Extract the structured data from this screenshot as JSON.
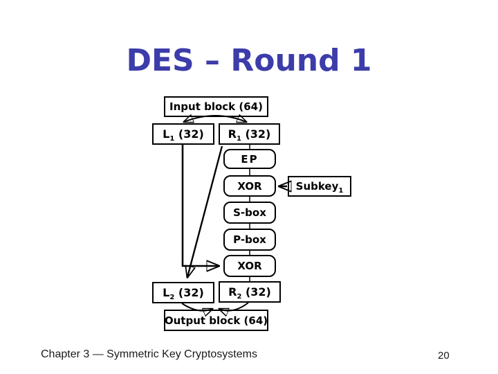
{
  "colors": {
    "title": "#3c3caa",
    "line": "#000000",
    "box_border": "#000000",
    "background": "#ffffff"
  },
  "slide": {
    "title": "DES – Round 1"
  },
  "diagram": {
    "input": {
      "label": "Input block (64)"
    },
    "l1": {
      "pre": "L",
      "sub": "1",
      "post": " (32)"
    },
    "r1": {
      "pre": "R",
      "sub": "1",
      "post": " (32)"
    },
    "ep": {
      "label": "EP"
    },
    "xor1": {
      "label": "XOR"
    },
    "subkey": {
      "pre": "Subkey",
      "sub": "1"
    },
    "sbox": {
      "label": "S-box"
    },
    "pbox": {
      "label": "P-box"
    },
    "xor2": {
      "label": "XOR"
    },
    "l2": {
      "pre": "L",
      "sub": "2",
      "post": " (32)"
    },
    "r2": {
      "pre": "R",
      "sub": "2",
      "post": " (32)"
    },
    "output": {
      "label": "Output block (64)"
    }
  },
  "footer": {
    "left": "Chapter 3 — Symmetric Key Cryptosystems",
    "page_number": "20"
  }
}
